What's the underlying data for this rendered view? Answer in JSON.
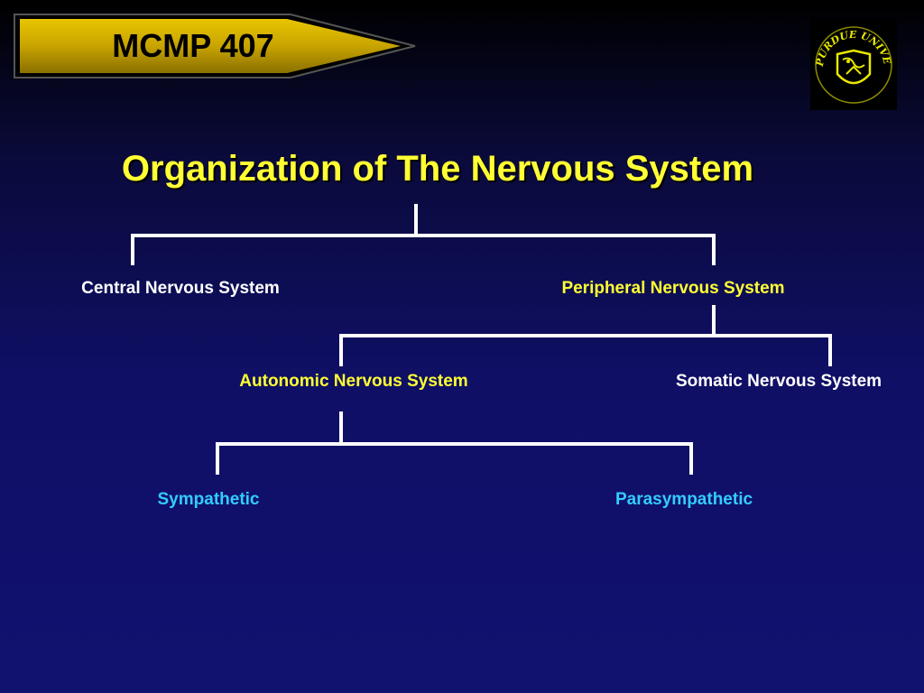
{
  "header": {
    "course": "MCMP 407",
    "logo_icon": "purdue-university-seal-icon",
    "logo_text": "PURDUE UNIVERSITY"
  },
  "title": "Organization of The Nervous System",
  "colors": {
    "title": "#ffff33",
    "tag_fill": "#c8a800",
    "white_text": "#ffffff",
    "yellow_text": "#ffff33",
    "cyan_text": "#33ccff",
    "lines": "#ffffff",
    "seal": "#e8e800"
  },
  "nodes": {
    "cns": "Central Nervous System",
    "pns": "Peripheral Nervous System",
    "ans": "Autonomic Nervous System",
    "sns": "Somatic Nervous System",
    "sympathetic": "Sympathetic",
    "parasympathetic": "Parasympathetic"
  }
}
